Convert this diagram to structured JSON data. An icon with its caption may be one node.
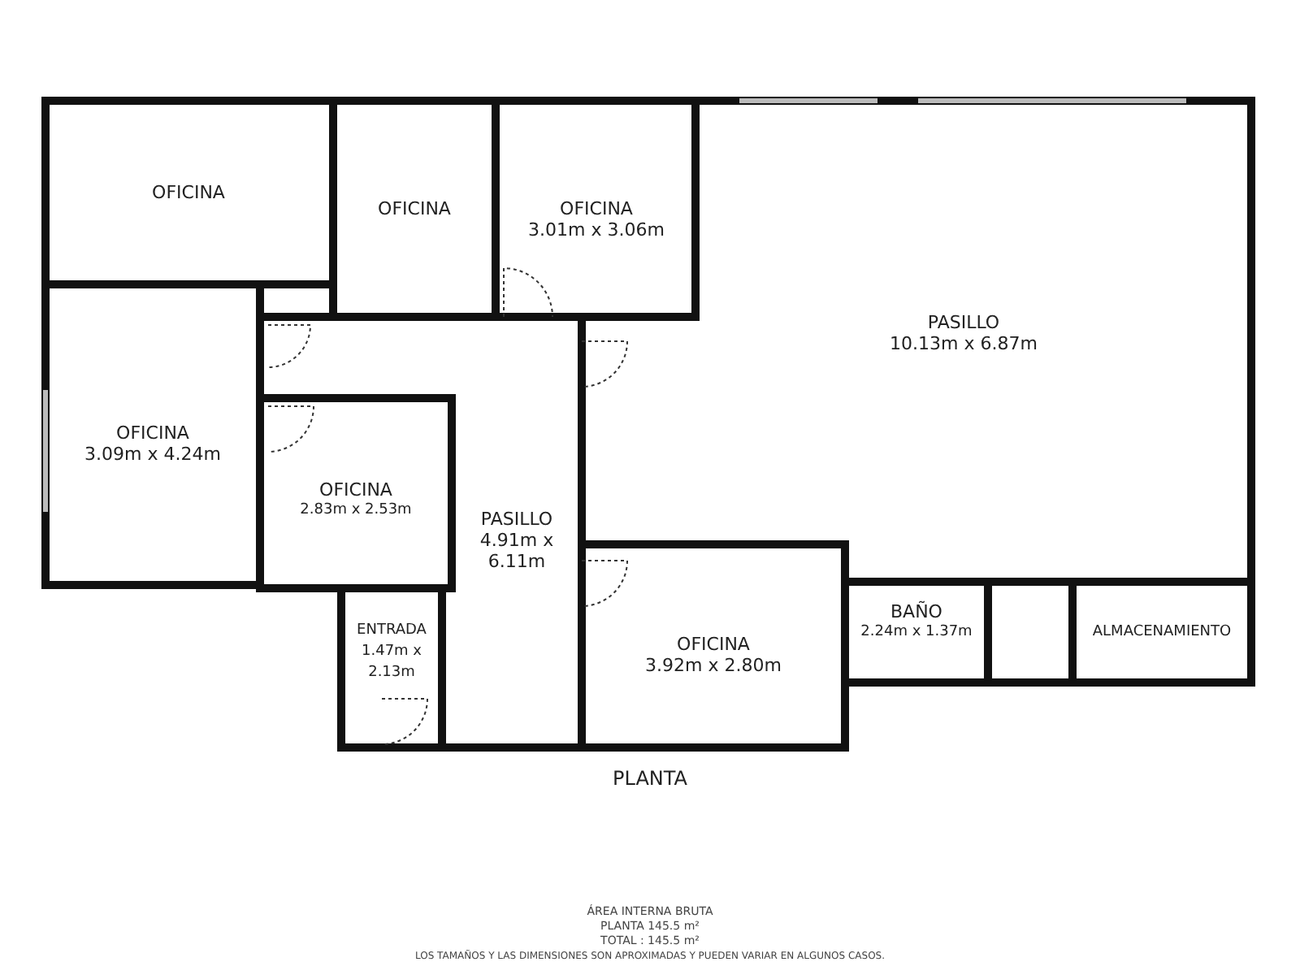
{
  "diagram": {
    "nodes": [
      {
        "text": [
          "OFICINA"
        ]
      },
      {
        "text": [
          "OFICINA"
        ]
      },
      {
        "text": [
          "OFICINA",
          "3.01m x 3.06m"
        ]
      },
      {
        "text": [
          "PASILLO",
          "10.13m x 6.87m"
        ]
      },
      {
        "text": [
          "OFICINA",
          "3.09m x 4.24m"
        ]
      },
      {
        "text": [
          "OFICINA",
          "2.83m x 2.53m"
        ]
      },
      {
        "text": [
          "PASILLO",
          "4.91m x 6.11m"
        ]
      },
      {
        "text": [
          "ENTRADA",
          "1.47m x 2.13m"
        ]
      },
      {
        "text": [
          "OFICINA",
          "3.92m x 2.80m"
        ]
      },
      {
        "text": [
          "BAÑO",
          "2.24m x 1.37m"
        ]
      },
      {
        "text": [],
        "shape": "box"
      },
      {
        "text": [
          "ALMACENAMIENTO"
        ]
      }
    ],
    "edges": [],
    "labels": [
      "PLANTA",
      "ÁREA INTERNA BRUTA",
      "PLANTA 145.5 m²",
      "TOTAL : 145.5 m²",
      "LOS TAMAÑOS Y LAS DIMENSIONES SON APROXIMADAS Y PUEDEN VARIAR EN ALGUNOS CASOS."
    ]
  }
}
